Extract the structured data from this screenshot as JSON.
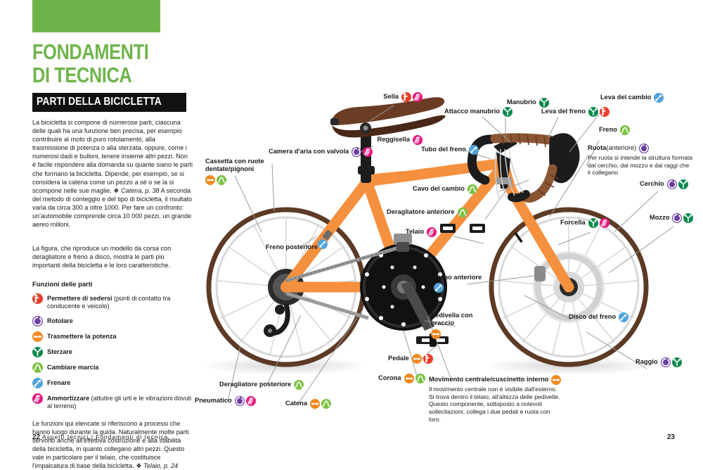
{
  "page": {
    "chapter_line1": "FONDAMENTI",
    "chapter_line2": "DI TECNICA",
    "section_tag": "PARTI DELLA BICICLETTA",
    "accent_green": "#6FB44B",
    "frame_orange": "#F4903E",
    "folio_left_number": "22",
    "folio_left_text": "Aspetti tecnici | Fondamenti di tecnica",
    "folio_right_number": "23"
  },
  "intro": {
    "p1": "La bicicletta si compone di numerose parti, ciascuna delle quali ha una funzione ben precisa, per esempio contribuire al moto di puro rotolamento, alla trasmissione di potenza o alla sterzata, oppure, come i numerosi dadi e bulloni, tenere insieme altri pezzi. Non è facile rispondere alla domanda su quante siano le parti che formano la bicicletta. Dipende, per esempio, se si considera la catena come un pezzo a sé o se la si scompone nelle sue maglie.",
    "p1_ref": "Catena, p. 38",
    "p1_cont": " A seconda del metodo di conteggio e del tipo di bicicletta, il risultato varia da circa 300 a oltre 1000. Per fare un confronto: un'automobile comprende circa 10 000 pezzi, un grande aereo milioni.",
    "p2": "La figura, che riproduce un modello da corsa con deragliatore e freno a disco, mostra le parti più importanti della bicicletta e le loro caratteristiche.",
    "functions_heading": "Funzioni delle parti",
    "p3": "Le funzioni qui elencate si riferiscono a processi che hanno luogo durante la guida. Naturalmente molte parti servono anche all'effettiva costruzione e alla stabilità della bicicletta, in quanto collegano altri pezzi. Questo vale in particolare per il telaio, che costituisce l'impalcatura di base della bicicletta.",
    "p3_ref": "Telaio, p. 24"
  },
  "legend": [
    {
      "icon": "sit-icon",
      "color": "#E8402A",
      "bold": "Permettere di sedersi",
      "rest": " (punti di contatto tra conducente e veicolo)"
    },
    {
      "icon": "roll-icon",
      "color": "#6B3FA0",
      "bold": "Rotolare",
      "rest": ""
    },
    {
      "icon": "power-icon",
      "color": "#F08A20",
      "bold": "Trasmettere la potenza",
      "rest": ""
    },
    {
      "icon": "steer-icon",
      "color": "#0E8A4F",
      "bold": "Sterzare",
      "rest": ""
    },
    {
      "icon": "gear-icon",
      "color": "#7CC143",
      "bold": "Cambiare marcia",
      "rest": ""
    },
    {
      "icon": "brake-icon",
      "color": "#4FA3DC",
      "bold": "Frenare",
      "rest": ""
    },
    {
      "icon": "damping-icon",
      "color": "#E6187E",
      "bold": "Ammortizzare",
      "rest": " (attutire gli urti e le vibrazioni dovuti al terreno)"
    }
  ],
  "icon_colors": {
    "sit-icon": "#E8402A",
    "roll-icon": "#6B3FA0",
    "power-icon": "#F08A20",
    "steer-icon": "#0E8A4F",
    "gear-icon": "#7CC143",
    "brake-icon": "#4FA3DC",
    "damping-icon": "#E6187E"
  },
  "callouts": [
    {
      "id": "sella",
      "title": "Sella",
      "icons": [
        "sit-icon",
        "damping-icon"
      ]
    },
    {
      "id": "reggisella",
      "title": "Reggisella",
      "icons": [
        "damping-icon"
      ]
    },
    {
      "id": "camera",
      "title": "Camera d'aria con valvola",
      "icons": [
        "roll-icon",
        "damping-icon"
      ]
    },
    {
      "id": "cassetta",
      "title": "Cassetta con ruote dentate/pignoni",
      "icons": [
        "power-icon",
        "gear-icon"
      ]
    },
    {
      "id": "freno-post",
      "title": "Freno posteriore",
      "icons": [
        "brake-icon"
      ]
    },
    {
      "id": "tubo-freno",
      "title": "Tubo del freno",
      "icons": [
        "brake-icon"
      ]
    },
    {
      "id": "attacco",
      "title": "Attacco manubrio",
      "icons": [
        "steer-icon"
      ]
    },
    {
      "id": "manubrio",
      "title": "Manubrio",
      "icons": [
        "steer-icon"
      ]
    },
    {
      "id": "leva-freno",
      "title": "Leva del freno",
      "icons": [
        "steer-icon",
        "sit-icon"
      ]
    },
    {
      "id": "leva-cambio",
      "title": "Leva del cambio",
      "icons": [
        "brake-icon"
      ]
    },
    {
      "id": "freno",
      "title": "Freno",
      "icons": [
        "gear-icon"
      ]
    },
    {
      "id": "ruota",
      "title": "Ruota",
      "title_reg": " (anteriore)",
      "icons": [
        "roll-icon"
      ],
      "desc": "Per ruota si intende la struttura formata dal cerchio, dal mozzo e dai raggi che li collegano"
    },
    {
      "id": "cerchio",
      "title": "Cerchio",
      "icons": [
        "roll-icon",
        "steer-icon"
      ]
    },
    {
      "id": "mozzo",
      "title": "Mozzo",
      "icons": [
        "roll-icon",
        "steer-icon"
      ]
    },
    {
      "id": "cavo-cambio",
      "title": "Cavo del cambio",
      "icons": [
        "gear-icon"
      ]
    },
    {
      "id": "deragl-ant",
      "title": "Deragliatore anteriore",
      "icons": [
        "gear-icon"
      ]
    },
    {
      "id": "telaio",
      "title": "Telaio",
      "icons": [
        "damping-icon"
      ]
    },
    {
      "id": "forcella",
      "title": "Forcella",
      "icons": [
        "steer-icon",
        "damping-icon"
      ]
    },
    {
      "id": "freno-ant",
      "title": "Freno anteriore",
      "icons": [
        "brake-icon"
      ]
    },
    {
      "id": "pedivella",
      "title": "Pedivella con braccio",
      "icons": [
        "power-icon"
      ]
    },
    {
      "id": "pedale",
      "title": "Pedale",
      "icons": [
        "power-icon",
        "sit-icon"
      ]
    },
    {
      "id": "corona",
      "title": "Corona",
      "icons": [
        "power-icon",
        "gear-icon"
      ]
    },
    {
      "id": "catena",
      "title": "Catena",
      "icons": [
        "power-icon",
        "gear-icon"
      ]
    },
    {
      "id": "deragl-post",
      "title": "Deragliatore posteriore",
      "icons": [
        "gear-icon"
      ]
    },
    {
      "id": "pneumatico",
      "title": "Pneumatico",
      "icons": [
        "roll-icon",
        "damping-icon"
      ]
    },
    {
      "id": "disco",
      "title": "Disco del freno",
      "icons": [
        "brake-icon"
      ]
    },
    {
      "id": "raggio",
      "title": "Raggio",
      "icons": [
        "roll-icon",
        "steer-icon"
      ]
    },
    {
      "id": "movimento",
      "title": "Movimento centrale/cuscinetto interno",
      "icons": [
        "power-icon"
      ],
      "desc": "Il movimento centrale non è visibile dall'esterno. Si trova dentro il telaio, all'altezza delle pedivelle. Questo componente, sottoposto a notevoli sollecitazioni, collega i due pedali e ruota con loro."
    }
  ]
}
